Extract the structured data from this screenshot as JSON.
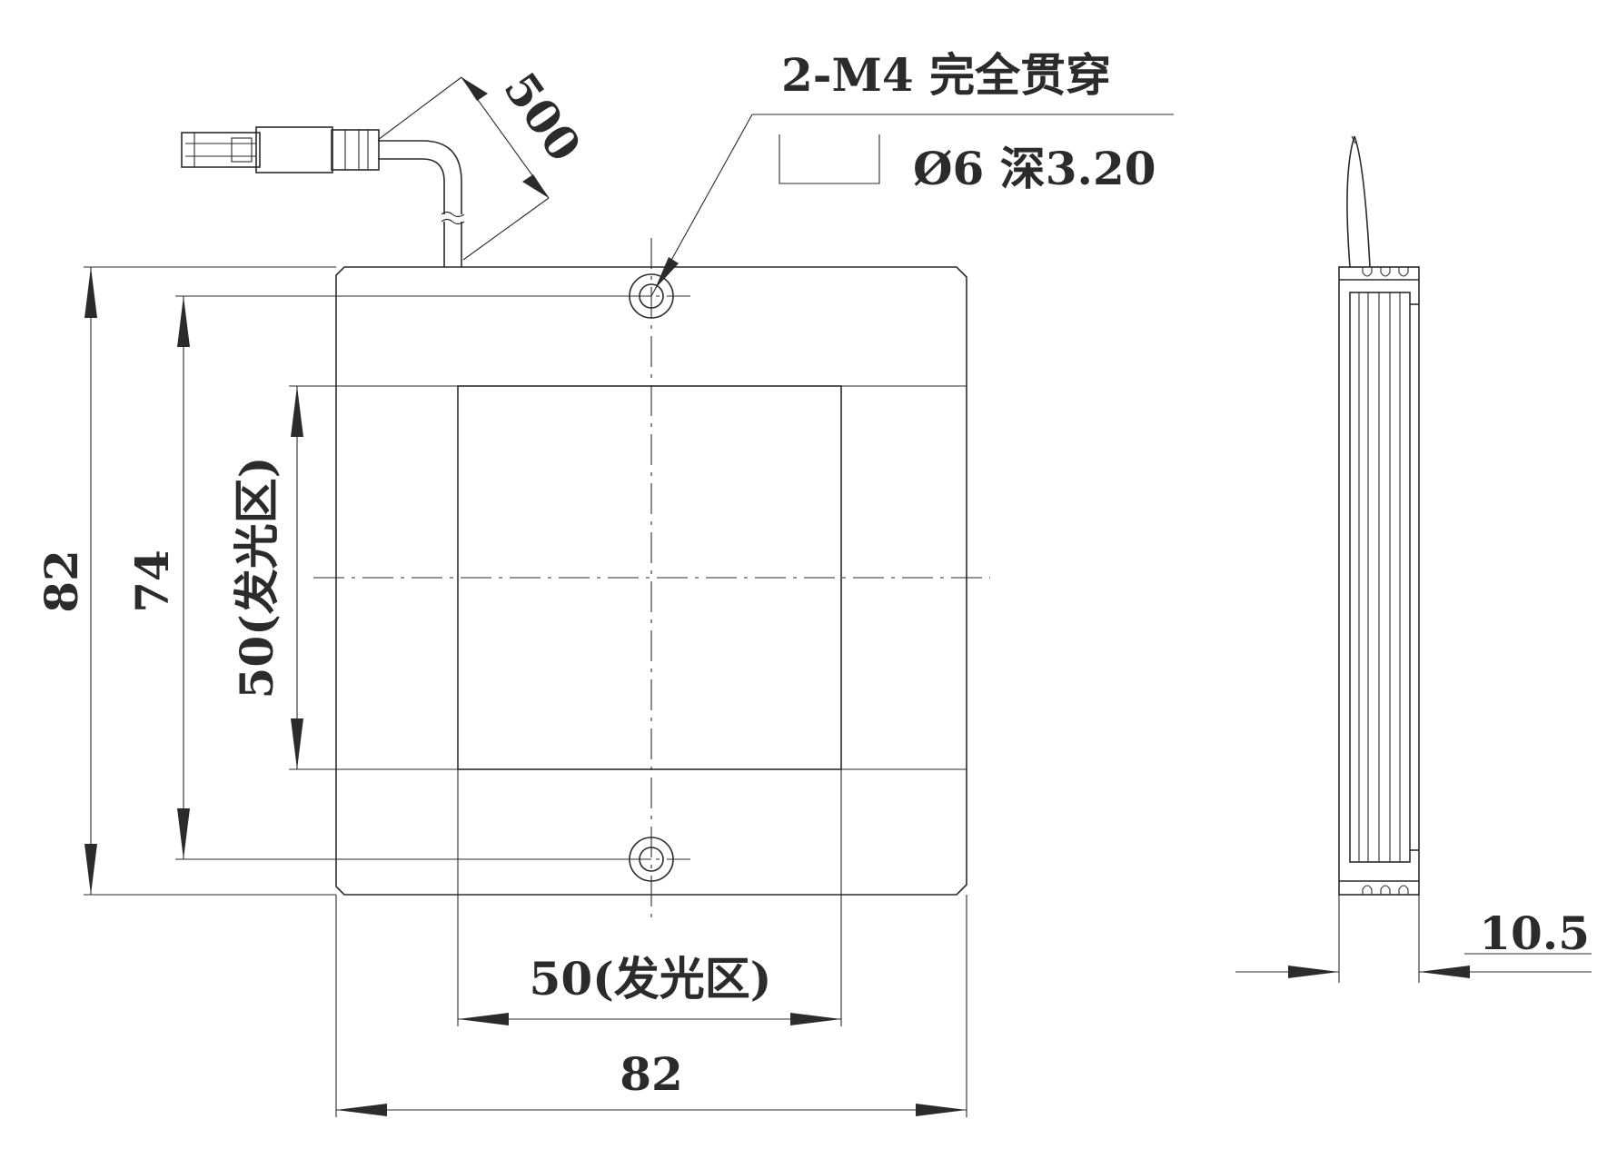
{
  "labels": {
    "hole_spec": "2-M4 完全贯穿",
    "counterbore_spec": "Ø6 深3.20",
    "cable_length": "500",
    "overall_height": "82",
    "hole_spacing": "74",
    "emitting_height": "50(发光区)",
    "emitting_width": "50(发光区)",
    "overall_width": "82",
    "thickness": "10.5"
  }
}
